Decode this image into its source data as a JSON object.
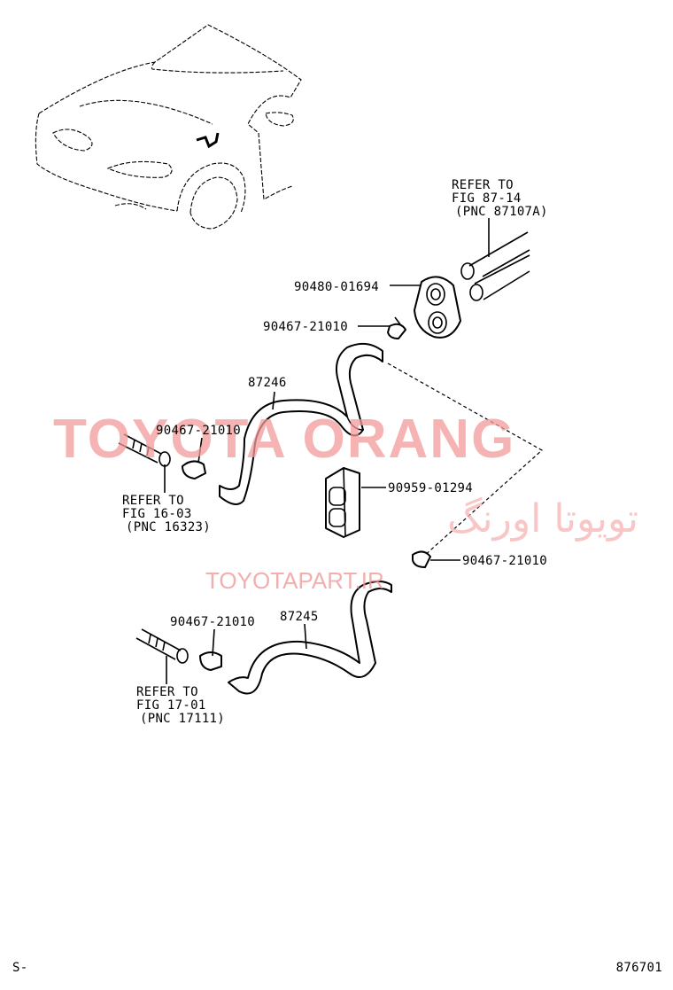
{
  "watermarks": {
    "latin": "TOYOTA ORANG",
    "arabic": "تویوتا اورنگ",
    "site": "TOYOTAPART.IR"
  },
  "callouts": {
    "refer_top": {
      "line1": "REFER TO",
      "line2": "FIG 87-14",
      "line3": "(PNC 87107A)"
    },
    "grommet": "90480-01694",
    "clip_upper": "90467-21010",
    "hose_upper": "87246",
    "clip_left_upper": "90467-21010",
    "refer_mid": {
      "line1": "REFER TO",
      "line2": "FIG 16-03",
      "line3": "(PNC 16323)"
    },
    "clamp_block": "90959-01294",
    "clip_right": "90467-21010",
    "clip_left_lower": "90467-21010",
    "hose_lower": "87245",
    "refer_bottom": {
      "line1": "REFER TO",
      "line2": "FIG 17-01",
      "line3": "(PNC 17111)"
    }
  },
  "footer": {
    "left_code": "S-",
    "illustration_number": "876701"
  },
  "colors": {
    "line": "#000000",
    "watermark": "#f29a9a"
  }
}
